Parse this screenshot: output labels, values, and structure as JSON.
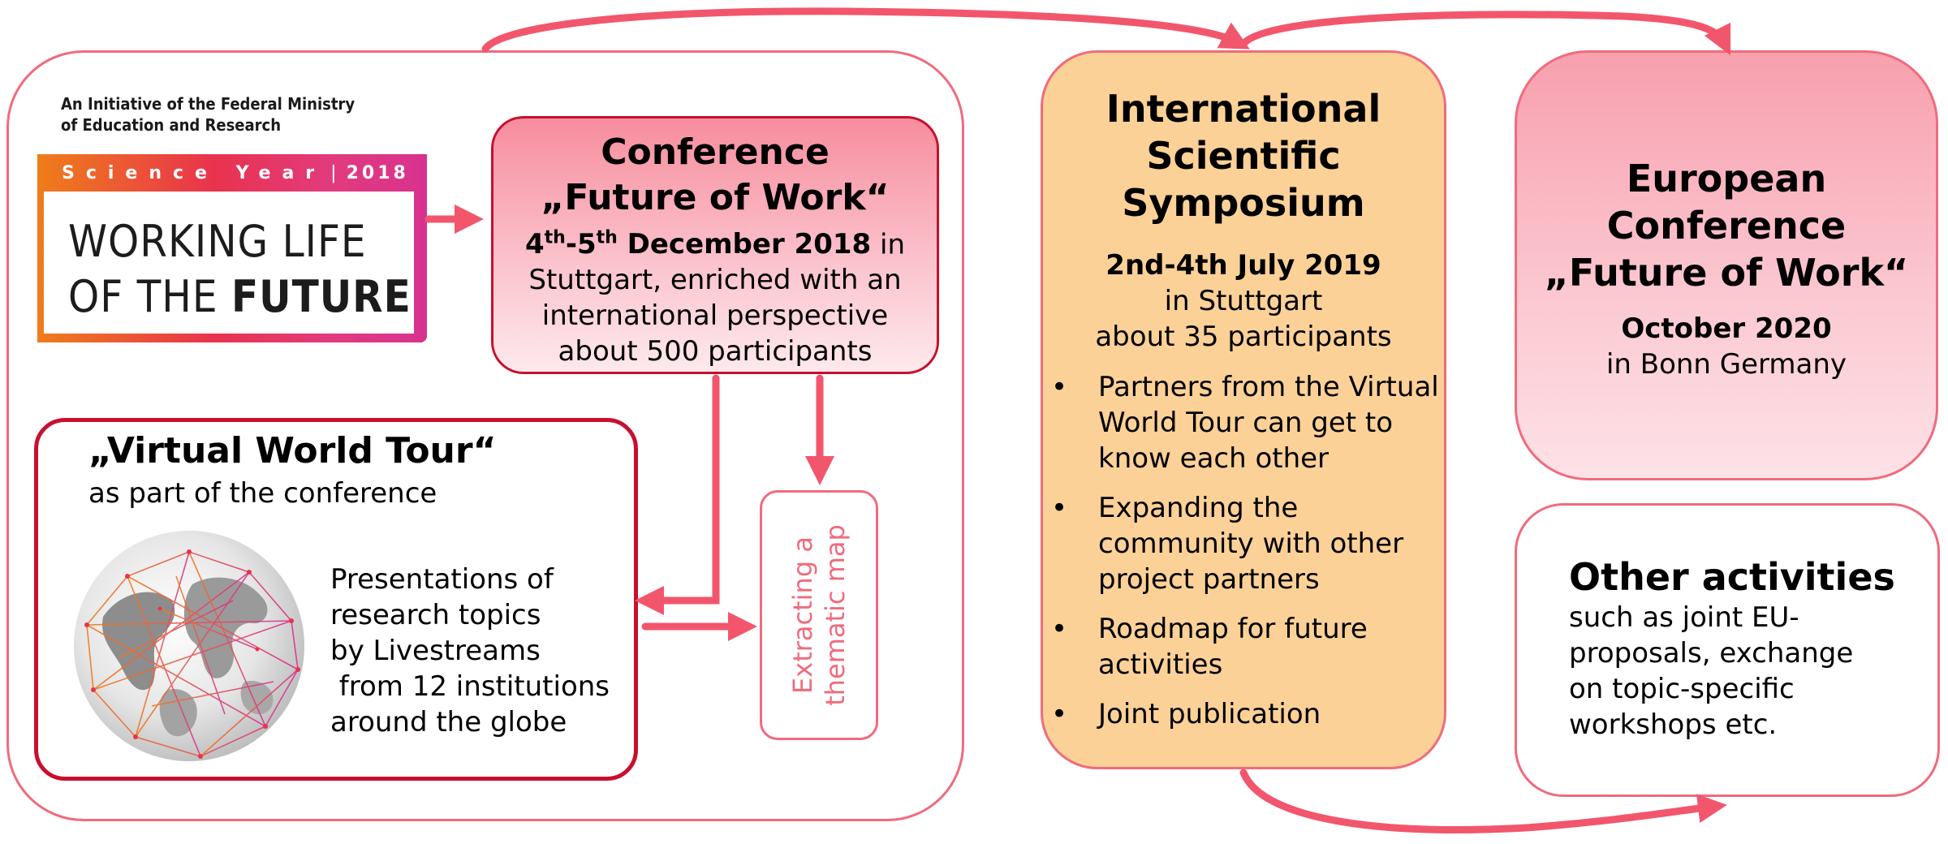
{
  "initiative": {
    "line1": "An Initiative of the Federal Ministry",
    "line2": "of Education and Research"
  },
  "logo": {
    "label": "Science Year",
    "year": "2018",
    "line1": "WORKING LIFE",
    "line2_prefix": "OF THE ",
    "line2_bold": "FUTURE"
  },
  "conference": {
    "title1": "Conference",
    "title2": "„Future of Work“",
    "date_day1": "4",
    "date_sup1": "th",
    "date_day2": "-5",
    "date_sup2": "th",
    "date_rest": " December 2018",
    "date_suffix": " in",
    "line2": "Stuttgart, enriched with an",
    "line3": "international perspective",
    "line4": "about 500 participants"
  },
  "virtual_tour": {
    "title": "„Virtual World Tour“",
    "subtitle": "as part of the conference",
    "text": "Presentations of\nresearch topics\nby Livestreams\n from 12 institutions\naround the globe"
  },
  "extract": {
    "line1": "Extracting a",
    "line2": "thematic map"
  },
  "symposium": {
    "title1": "International",
    "title2": "Scientific",
    "title3": "Symposium",
    "date": "2nd-4th July 2019",
    "location": "in Stuttgart",
    "participants": "about 35 participants",
    "bullets": [
      "Partners from the Virtual World Tour can get to know each other",
      "Expanding the community with other project partners",
      "Roadmap for future activities",
      "Joint publication"
    ]
  },
  "european": {
    "title1": "European",
    "title2": "Conference",
    "title3": "„Future of Work“",
    "date": "October 2020",
    "location": "in Bonn Germany"
  },
  "other": {
    "title": "Other activities",
    "text": "such as joint EU-\nproposals, exchange\non topic-specific\nworkshops etc."
  },
  "colors": {
    "arrow": "#f2566d",
    "border_light": "#f06b7c",
    "border_dark": "#c8102e",
    "symposium_fill": "#fcd197",
    "conference_fill": "#fbc1cb"
  },
  "icons": [
    "globe-network-icon"
  ]
}
